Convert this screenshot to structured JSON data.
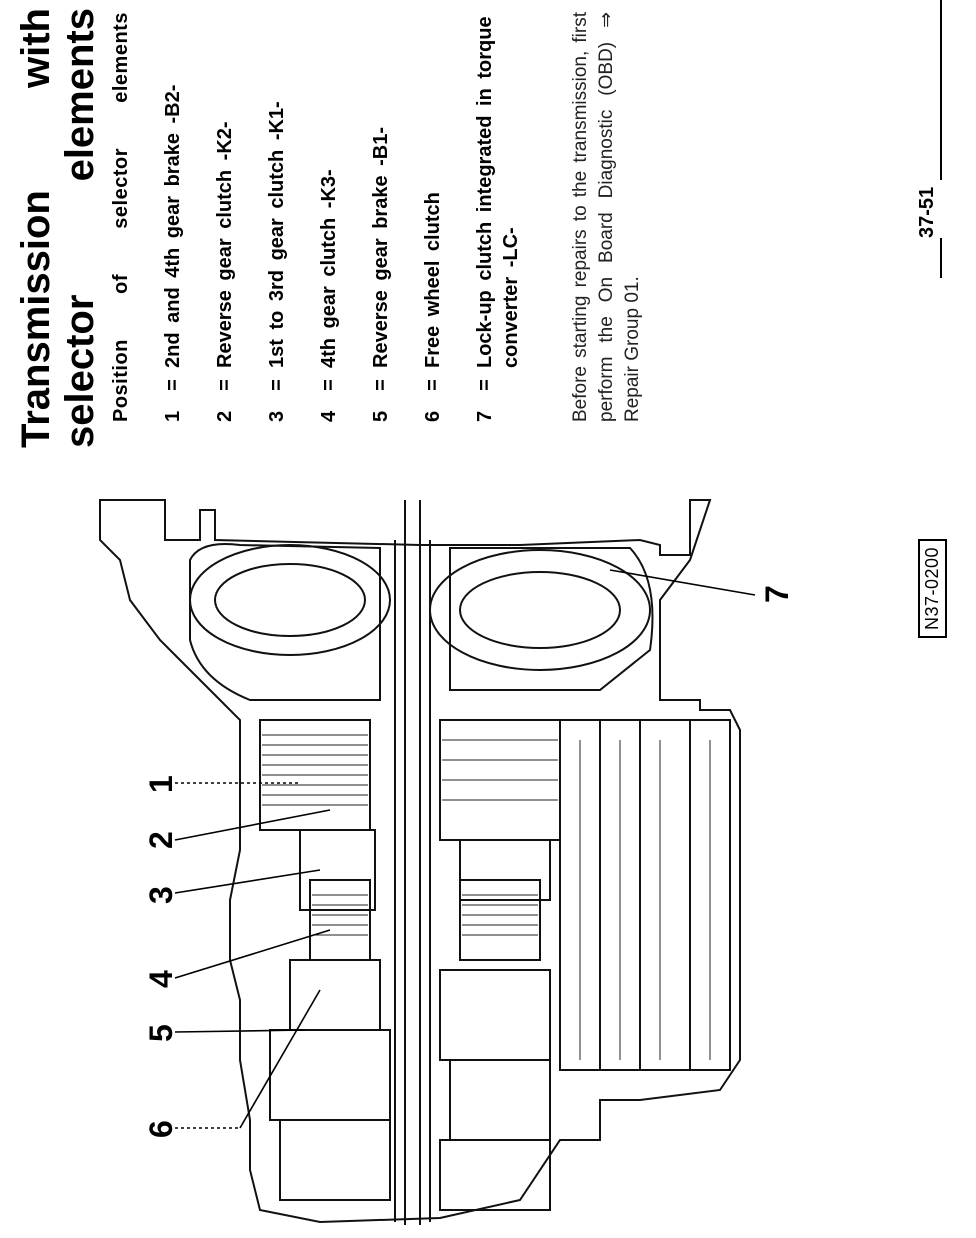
{
  "title": {
    "line1_a": "Transmission",
    "line1_b": "with",
    "line2_a": "selector",
    "line2_b": "elements"
  },
  "subheading": {
    "w1": "Position",
    "w2": "of",
    "w3": "selector",
    "w4": "elements"
  },
  "items": [
    {
      "num": "1",
      "text": "2nd and 4th gear brake -B2-"
    },
    {
      "num": "2",
      "text": "Reverse gear clutch -K2-"
    },
    {
      "num": "3",
      "text": "1st to 3rd gear clutch -K1-"
    },
    {
      "num": "4",
      "text": "4th gear clutch -K3-"
    },
    {
      "num": "5",
      "text": "Reverse gear brake -B1-"
    },
    {
      "num": "6",
      "text": "Free wheel clutch"
    },
    {
      "num": "7",
      "text": "Lock-up clutch integrated in torque converter -LC-"
    }
  ],
  "equals": "=",
  "note": "Before starting repairs to the transmission, first perform the On Board Diagnostic (OBD) ⇒ Repair Group 01.",
  "figure_code": "N37-0200",
  "page_number": "37-51",
  "callouts": [
    "1",
    "2",
    "3",
    "4",
    "5",
    "6",
    "7"
  ]
}
